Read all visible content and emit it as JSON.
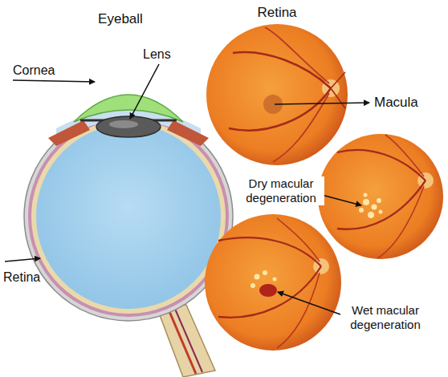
{
  "diagram": {
    "labels": [
      "Retina",
      "Eyeball",
      "Cornea",
      "Lens",
      "Macula",
      "Dry macular degeneration",
      "Retina",
      "Wet macular degeneration"
    ]
  }
}
